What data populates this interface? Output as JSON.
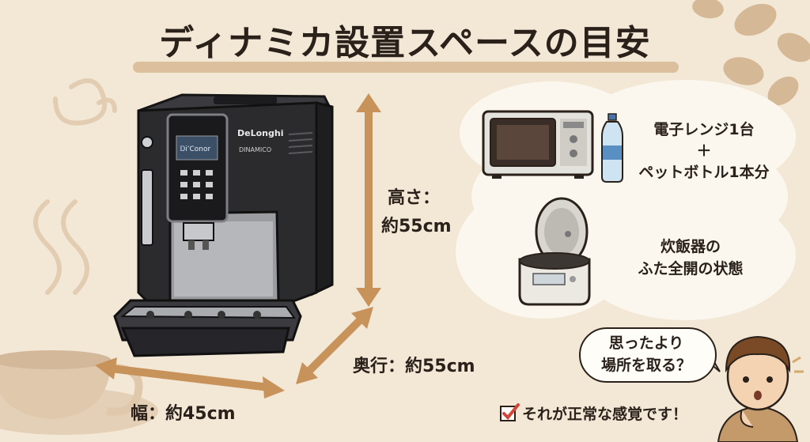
{
  "title": "ディナミカ設置スペースの目安",
  "machine": {
    "display_text": "Ꭰi’Conor",
    "brand_logo": "DeLonghi",
    "model_logo": "DINAMICO"
  },
  "dimensions": {
    "height_label_1": "高さ：",
    "height_label_2": "約55cm",
    "depth_label": "奥行：約55cm",
    "width_label": "幅：約45cm"
  },
  "comparisons": {
    "microwave_text_1": "電子レンジ1台",
    "microwave_text_2": "＋",
    "microwave_text_3": "ペットボトル1本分",
    "ricecooker_text_1": "炊飯器の",
    "ricecooker_text_2": "ふた全開の状態"
  },
  "speech": {
    "line1": "思ったより",
    "line2": "場所を取る？"
  },
  "check": {
    "text": "それが正常な感覚です！",
    "icon": "checkbox-icon"
  },
  "colors": {
    "background": "#f3e7d6",
    "arrow": "#c8935b",
    "machine_body": "#2b2b2e",
    "cloud": "#fbf7ef",
    "check_red": "#d24538"
  }
}
